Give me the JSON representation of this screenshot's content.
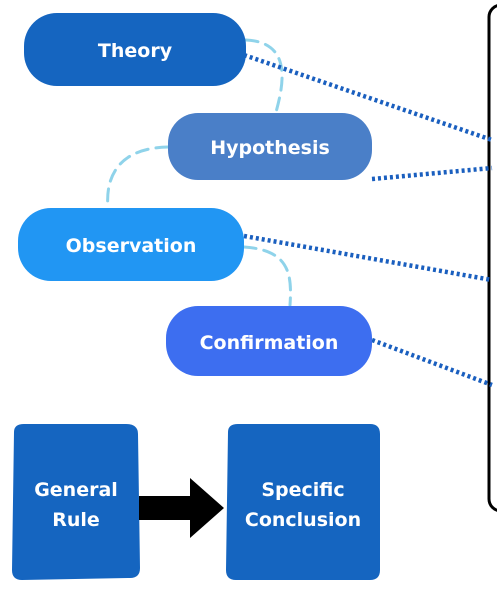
{
  "steps": [
    {
      "label": "Theory",
      "color": "#1565c0"
    },
    {
      "label": "Hypothesis",
      "color": "#4a7fc8"
    },
    {
      "label": "Observation",
      "color": "#2196f3"
    },
    {
      "label": "Confirmation",
      "color": "#3d6ef0"
    }
  ],
  "flow": {
    "from": {
      "line1": "General",
      "line2": "Rule",
      "color": "#1565c0"
    },
    "to": {
      "line1": "Specific",
      "line2": "Conclusion",
      "color": "#1565c0"
    },
    "arrow_color": "#000000"
  },
  "colors": {
    "connector_dashed": "#8fd3ea",
    "pointer_dotted": "#1a5fbf",
    "panel_border": "#000000"
  }
}
